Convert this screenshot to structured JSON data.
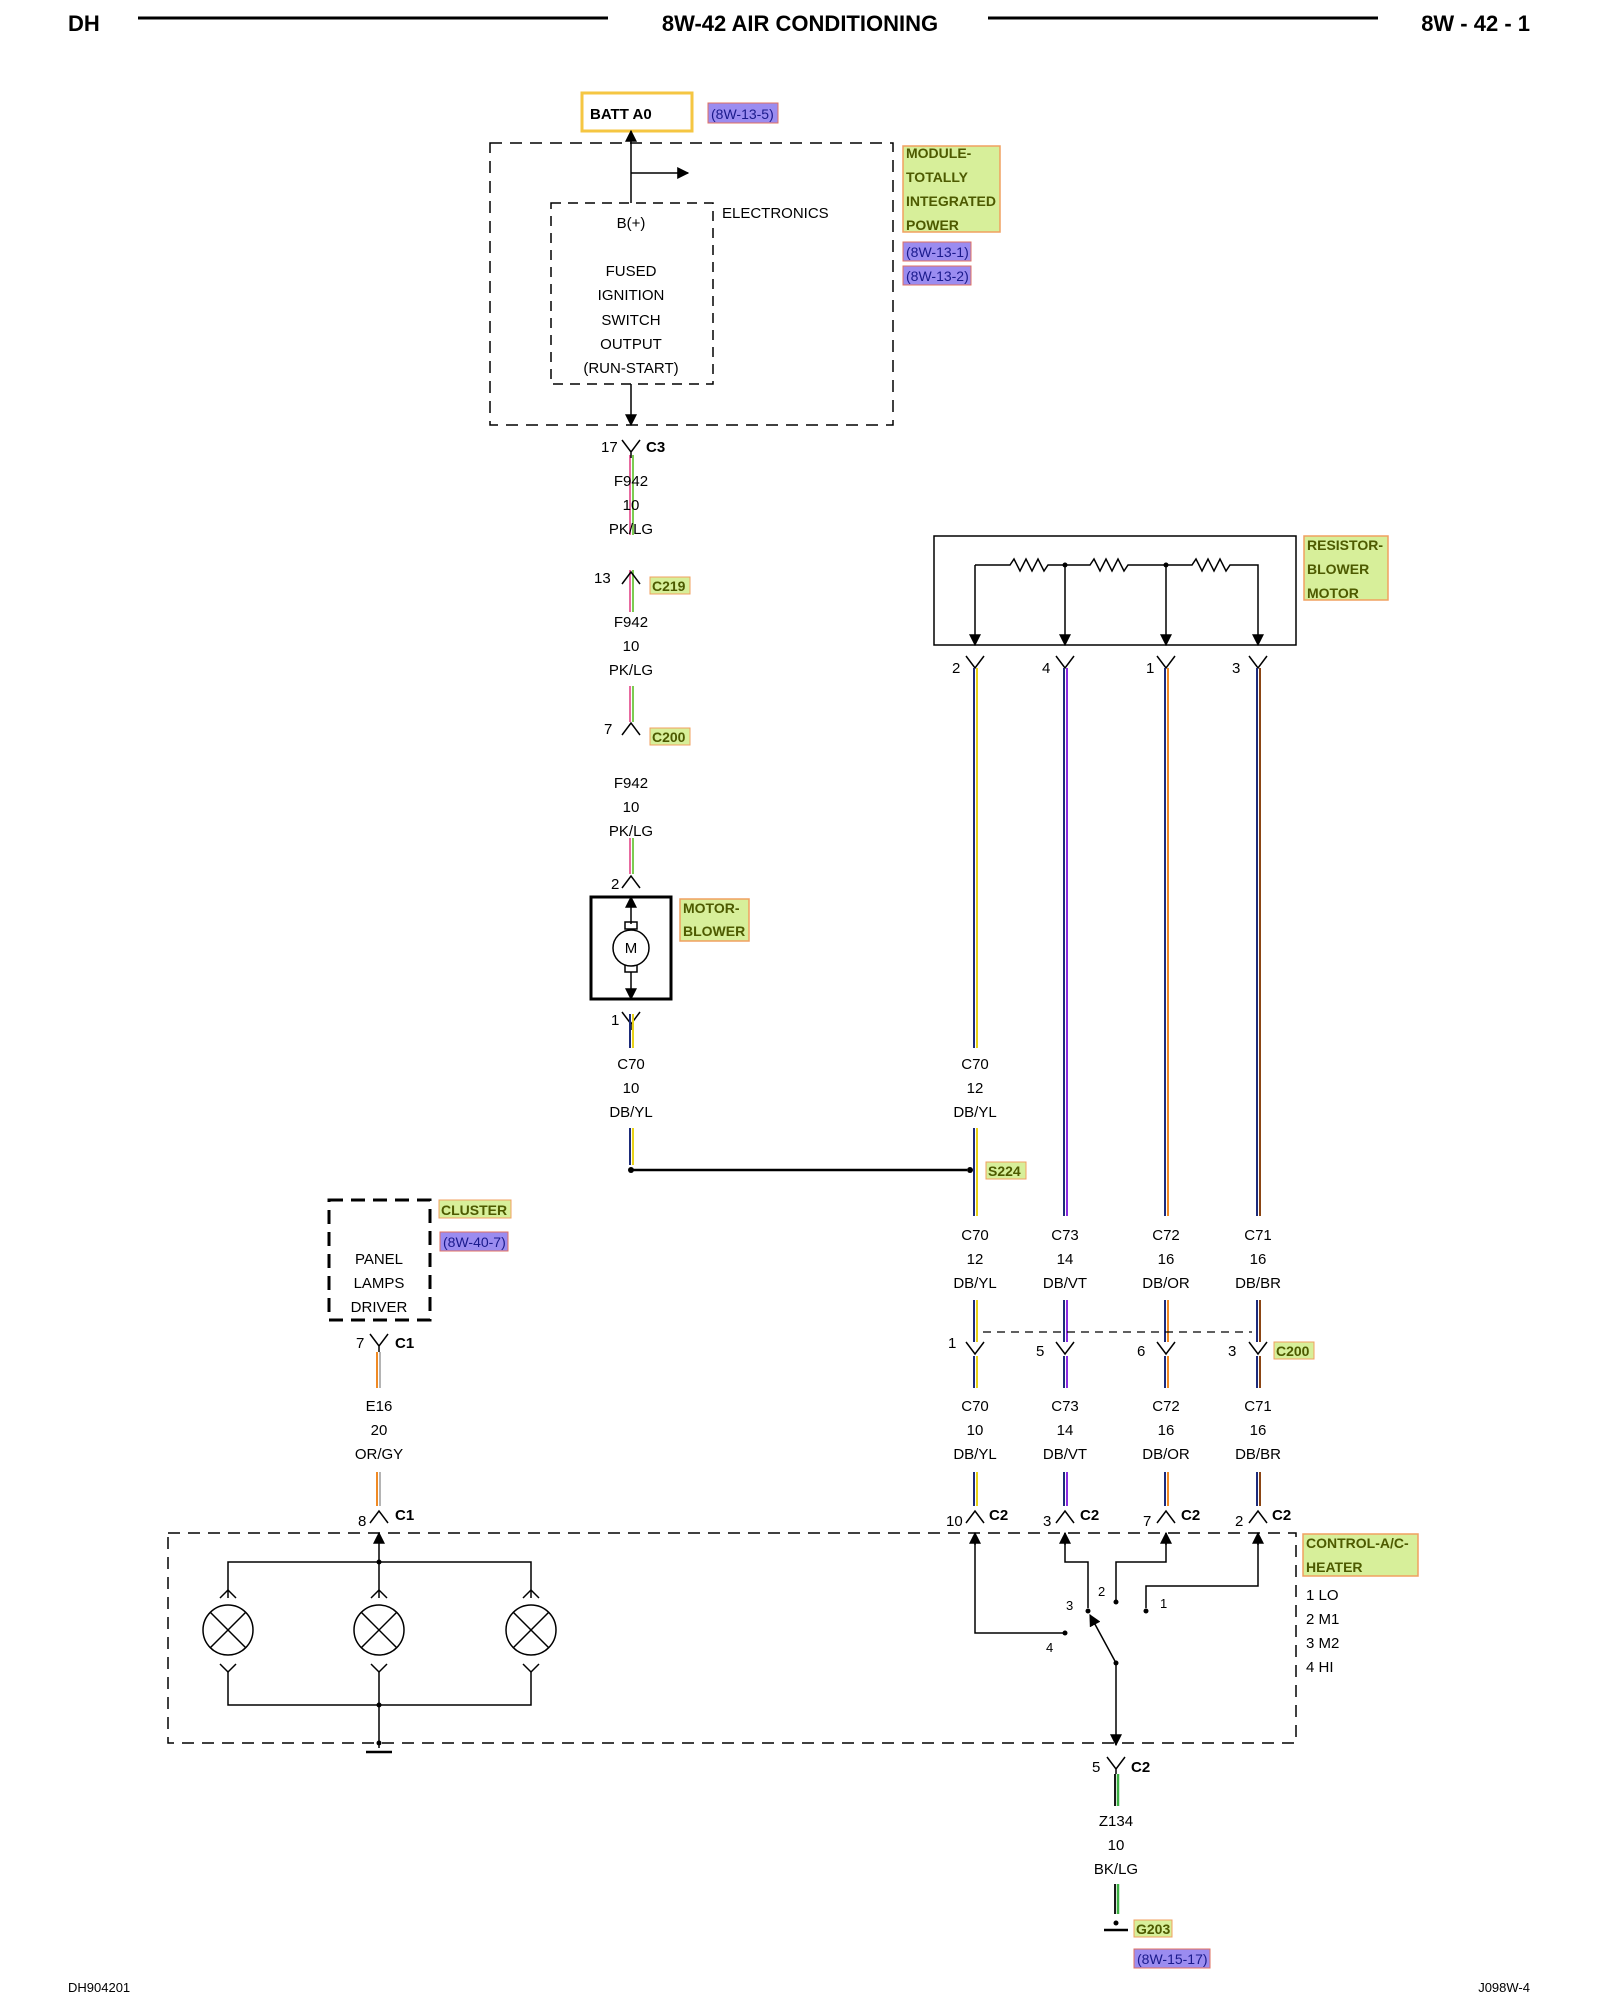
{
  "header": {
    "left": "DH",
    "center": "8W-42 AIR CONDITIONING",
    "right": "8W - 42 - 1"
  },
  "footer": {
    "left": "DH904201",
    "right": "J098W-4"
  },
  "colors": {
    "pk_lg": "#e86aa0",
    "lg": "#7ccc52",
    "db": "#1d2b7a",
    "yl": "#e8d21a",
    "vt": "#8a2be2",
    "or": "#f08a24",
    "br": "#8b4513",
    "gy": "#9a9a9a",
    "bk": "#111111",
    "comp_highlight": "#d7ef9a",
    "comp_border": "#f0a060",
    "xref_bg": "#9b8cf0",
    "batt_box": "#f5c642"
  },
  "batt": {
    "label": "BATT A0",
    "xref": "(8W-13-5)"
  },
  "tipm": {
    "name": [
      "MODULE-",
      "TOTALLY",
      "INTEGRATED",
      "POWER"
    ],
    "xrefs": [
      "(8W-13-1)",
      "(8W-13-2)"
    ],
    "electronics": "ELECTRONICS",
    "bplus": "B(+)",
    "output": [
      "FUSED",
      "IGNITION",
      "SWITCH",
      "OUTPUT",
      "(RUN-START)"
    ]
  },
  "f942_connectors": [
    {
      "pin": "17",
      "name": "C3"
    },
    {
      "pin": "13",
      "name": "C219"
    },
    {
      "pin": "7",
      "name": "C200"
    },
    {
      "pin": "2",
      "name": ""
    }
  ],
  "f942_wire": {
    "circuit": "F942",
    "gauge": "10",
    "color": "PK/LG"
  },
  "blower_motor": {
    "name": [
      "MOTOR-",
      "BLOWER"
    ],
    "symbol": "M",
    "pin_out": "1"
  },
  "c70_motor": {
    "circuit": "C70",
    "gauge": "10",
    "color": "DB/YL"
  },
  "resistor": {
    "name": [
      "RESISTOR-",
      "BLOWER",
      "MOTOR"
    ],
    "pins": [
      "2",
      "4",
      "1",
      "3"
    ]
  },
  "c70_resistor": {
    "circuit": "C70",
    "gauge": "12",
    "color": "DB/YL"
  },
  "splice": "S224",
  "upper_wires": [
    {
      "circuit": "C70",
      "gauge": "12",
      "color": "DB/YL"
    },
    {
      "circuit": "C73",
      "gauge": "14",
      "color": "DB/VT"
    },
    {
      "circuit": "C72",
      "gauge": "16",
      "color": "DB/OR"
    },
    {
      "circuit": "C71",
      "gauge": "16",
      "color": "DB/BR"
    }
  ],
  "c200_pins": [
    "1",
    "5",
    "6",
    "3"
  ],
  "c200_name": "C200",
  "lower_wires": [
    {
      "circuit": "C70",
      "gauge": "10",
      "color": "DB/YL"
    },
    {
      "circuit": "C73",
      "gauge": "14",
      "color": "DB/VT"
    },
    {
      "circuit": "C72",
      "gauge": "16",
      "color": "DB/OR"
    },
    {
      "circuit": "C71",
      "gauge": "16",
      "color": "DB/BR"
    }
  ],
  "c2_pins": [
    "10",
    "3",
    "7",
    "2"
  ],
  "c2_name": "C2",
  "cluster": {
    "name": "CLUSTER",
    "xref": "(8W-40-7)",
    "driver": [
      "PANEL",
      "LAMPS",
      "DRIVER"
    ]
  },
  "cluster_pins": [
    {
      "pin": "7",
      "name": "C1"
    },
    {
      "pin": "8",
      "name": "C1"
    }
  ],
  "e16_wire": {
    "circuit": "E16",
    "gauge": "20",
    "color": "OR/GY"
  },
  "control": {
    "name": [
      "CONTROL-A/C-",
      "HEATER"
    ],
    "positions": [
      "1 LO",
      "2 M1",
      "3 M2",
      "4 HI"
    ],
    "switch_marks": [
      "4",
      "3",
      "2",
      "1"
    ]
  },
  "ground_pin": {
    "pin": "5",
    "name": "C2"
  },
  "z134_wire": {
    "circuit": "Z134",
    "gauge": "10",
    "color": "BK/LG"
  },
  "ground": {
    "name": "G203",
    "xref": "(8W-15-17)"
  }
}
